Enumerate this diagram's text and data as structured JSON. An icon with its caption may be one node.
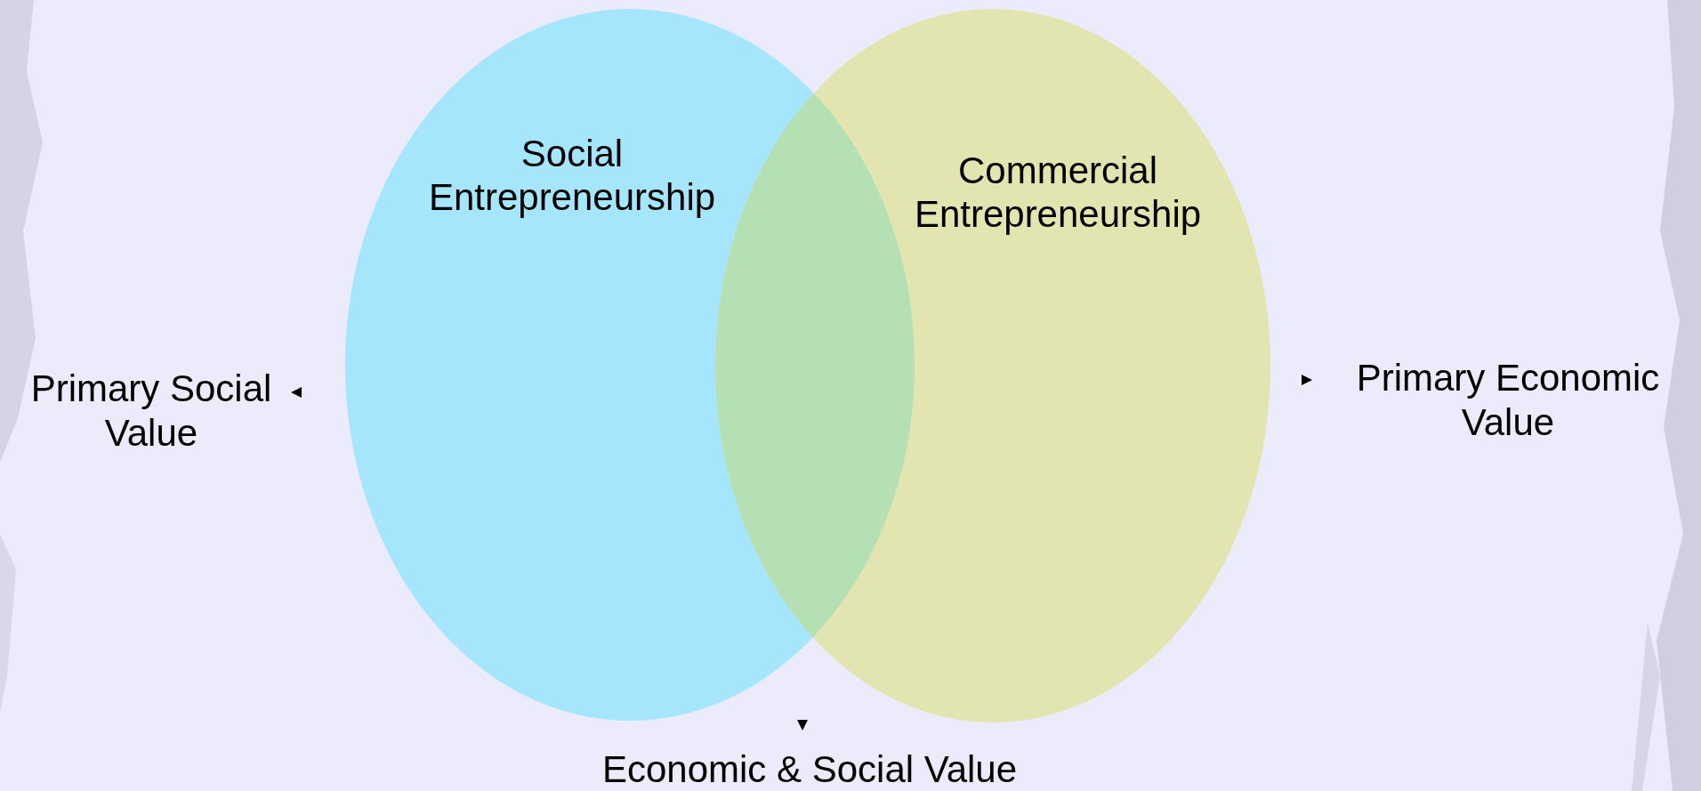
{
  "diagram": {
    "nodes": [
      {
        "text": [
          "Social Entrepreneurship"
        ]
      },
      {
        "text": [
          "Commercial Entrepreneurship"
        ]
      }
    ],
    "labels": [
      "Primary Social Value",
      "Primary Economic Value",
      "Economic & Social Value"
    ]
  }
}
